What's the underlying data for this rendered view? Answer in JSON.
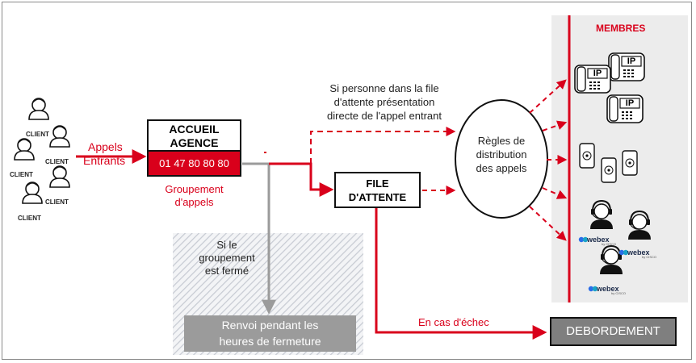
{
  "clients": {
    "label": "CLIENT"
  },
  "incoming": {
    "line1": "Appels",
    "line2": "Entrants"
  },
  "accueil": {
    "line1": "ACCUEIL",
    "line2": "AGENCE",
    "number": "01 47 80 80 80"
  },
  "groupement": {
    "line1": "Groupement",
    "line2": "d'appels"
  },
  "closed_condition": {
    "line1": "Si le",
    "line2": "groupement",
    "line3": "est fermé"
  },
  "renvoi": {
    "line1": "Renvoi pendant les",
    "line2": "heures de fermeture"
  },
  "file_attente": {
    "line1": "FILE",
    "line2": "D'ATTENTE"
  },
  "direct": {
    "line1": "Si personne dans la file",
    "line2": "d'attente présentation",
    "line3": "directe de l'appel entrant"
  },
  "rules": {
    "line1": "Règles de",
    "line2": "distribution",
    "line3": "des appels"
  },
  "failure": {
    "label": "En cas d'échec"
  },
  "overflow": {
    "label": "DEBORDEMENT"
  },
  "members": {
    "title": "MEMBRES",
    "ip_label": "IP",
    "webex_label": "webex",
    "webex_sub": "by CISCO"
  },
  "colors": {
    "accent": "#d9001b",
    "dark": "#111111",
    "gray_line": "#9b9b9b",
    "members_panel": "#ececec"
  }
}
